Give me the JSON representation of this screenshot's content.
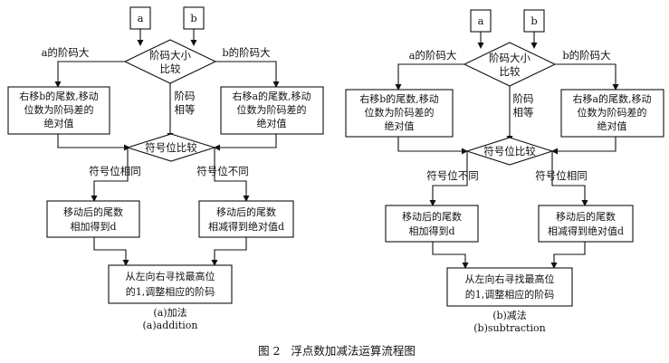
{
  "figure_caption": "图 2   浮点数加减法运算流程图",
  "addition": {
    "input_a": "a",
    "input_b": "b",
    "compare_exp_line1": "阶码大小",
    "compare_exp_line2": "比较",
    "a_larger": "a的阶码大",
    "b_larger": "b的阶码大",
    "equal_line1": "阶码",
    "equal_line2": "相等",
    "shift_b_line1": "右移b的尾数,移动",
    "shift_b_line2": "位数为阶码差的",
    "shift_b_line3": "绝对值",
    "shift_a_line1": "右移a的尾数,移动",
    "shift_a_line2": "位数为阶码差的",
    "shift_a_line3": "绝对值",
    "sign_compare": "符号位比较",
    "same_sign": "符号位相同",
    "diff_sign": "符号位不同",
    "op_left_line1": "移动后的尾数",
    "op_left_line2": "相加得到d",
    "op_right_line1": "移动后的尾数",
    "op_right_line2": "相减得到绝对值d",
    "normalize_line1": "从左向右寻找最高位",
    "normalize_line2": "的1,调整相应的阶码",
    "caption_cn": "(a)加法",
    "caption_en": "(a)addition"
  },
  "subtraction": {
    "input_a": "a",
    "input_b": "b",
    "compare_exp_line1": "阶码大小",
    "compare_exp_line2": "比较",
    "a_larger": "a的阶码大",
    "b_larger": "b的阶码大",
    "equal_line1": "阶码",
    "equal_line2": "相等",
    "shift_b_line1": "右移b的尾数,移动",
    "shift_b_line2": "位数为阶码差的",
    "shift_b_line3": "绝对值",
    "shift_a_line1": "右移a的尾数,移动",
    "shift_a_line2": "位数为阶码差的",
    "shift_a_line3": "绝对值",
    "sign_compare": "符号位比较",
    "diff_sign": "符号位不同",
    "same_sign": "符号位相同",
    "op_left_line1": "移动后的尾数",
    "op_left_line2": "相加得到d",
    "op_right_line1": "移动后的尾数",
    "op_right_line2": "相减得到绝对值d",
    "normalize_line1": "从左向右寻找最高位",
    "normalize_line2": "的1,调整相应的阶码",
    "caption_cn": "(b)减法",
    "caption_en": "(b)subtraction"
  }
}
